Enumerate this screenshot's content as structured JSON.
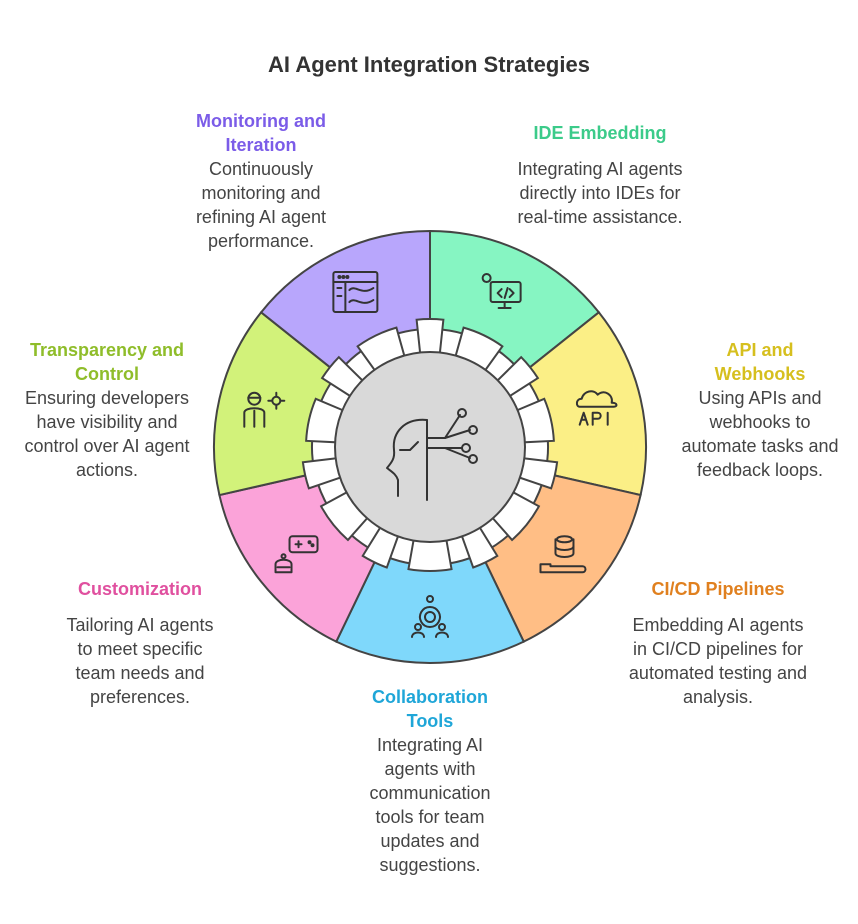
{
  "title": "AI Agent Integration Strategies",
  "segments": [
    {
      "key": "ide",
      "heading": "IDE Embedding",
      "desc": "Integrating AI agents directly into IDEs for real-time assistance.",
      "color": "#86f5c2",
      "accent": "#3ccb8a",
      "icon": "code-gear-monitor-icon"
    },
    {
      "key": "api",
      "heading": "API and Webhooks",
      "desc": "Using APIs and webhooks to automate tasks and feedback loops.",
      "color": "#fbef86",
      "accent": "#d6bf1e",
      "icon": "cloud-api-icon"
    },
    {
      "key": "cicd",
      "heading": "CI/CD Pipelines",
      "desc": "Embedding AI agents in CI/CD pipelines for automated testing and analysis.",
      "color": "#ffbe85",
      "accent": "#e0801f",
      "icon": "database-pipeline-icon"
    },
    {
      "key": "collab",
      "heading": "Collaboration Tools",
      "desc": "Integrating AI agents with communication tools for team updates and suggestions.",
      "color": "#7fd8fb",
      "accent": "#1fa6d8",
      "icon": "team-gear-icon"
    },
    {
      "key": "custom",
      "heading": "Customization",
      "desc": "Tailoring AI agents to meet specific team needs and preferences.",
      "color": "#fba3d9",
      "accent": "#e0509f",
      "icon": "robot-controller-icon"
    },
    {
      "key": "transparency",
      "heading": "Transparency and Control",
      "desc": "Ensuring developers have visibility and control over AI agent actions.",
      "color": "#d2f27a",
      "accent": "#8fbd2a",
      "icon": "user-gear-icon"
    },
    {
      "key": "monitoring",
      "heading": "Monitoring and Iteration",
      "desc": "Continuously monitoring and refining AI agent performance.",
      "color": "#b8a6fc",
      "accent": "#7b5ce8",
      "icon": "dashboard-graph-icon"
    }
  ],
  "center_icon": "ai-head-network-icon"
}
